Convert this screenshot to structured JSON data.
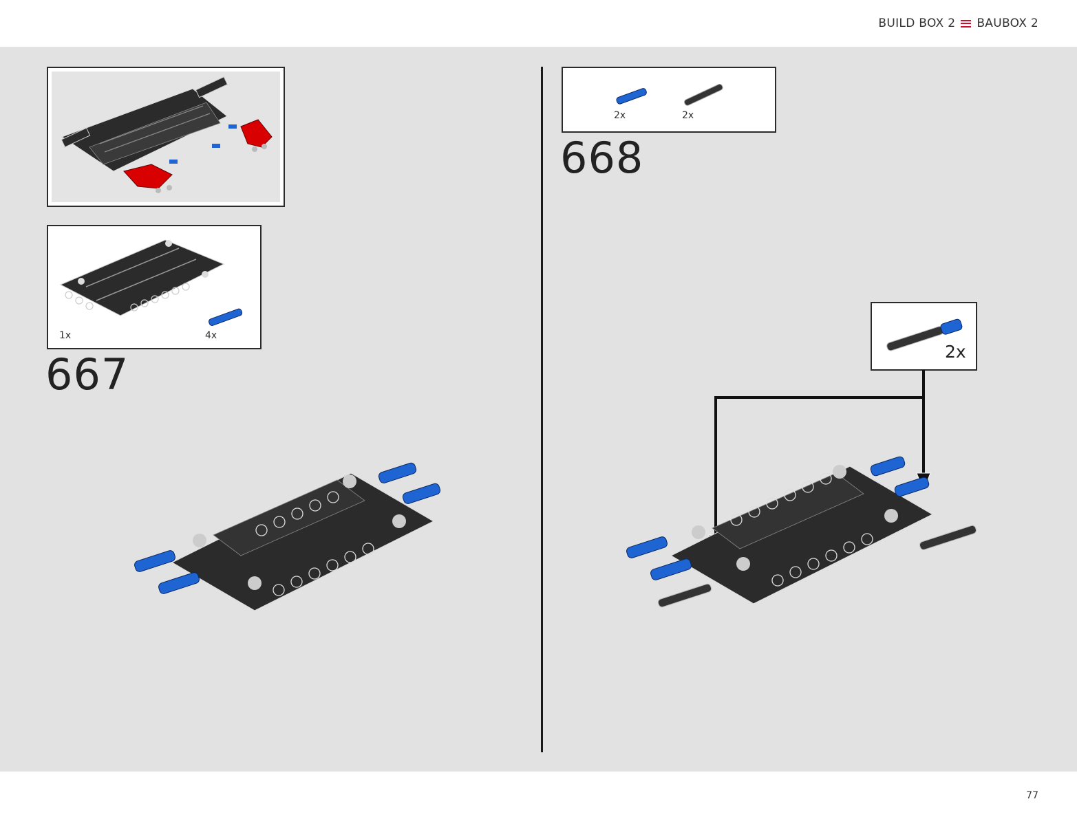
{
  "header": {
    "left": "BUILD BOX 2",
    "right": "BAUBOX 2"
  },
  "footer": {
    "page_number": "77"
  },
  "step_667": {
    "number": "667",
    "parts": [
      {
        "qty": "1x"
      },
      {
        "qty": "4x"
      }
    ]
  },
  "step_668": {
    "number": "668",
    "parts": [
      {
        "qty": "2x"
      },
      {
        "qty": "2x"
      }
    ],
    "callout_qty": "2x"
  },
  "colors": {
    "accent": "#c8102e",
    "brick_black": "#2b2b2b",
    "brick_blue": "#1e64d2",
    "brick_red": "#d80000",
    "background": "#e2e2e2"
  }
}
